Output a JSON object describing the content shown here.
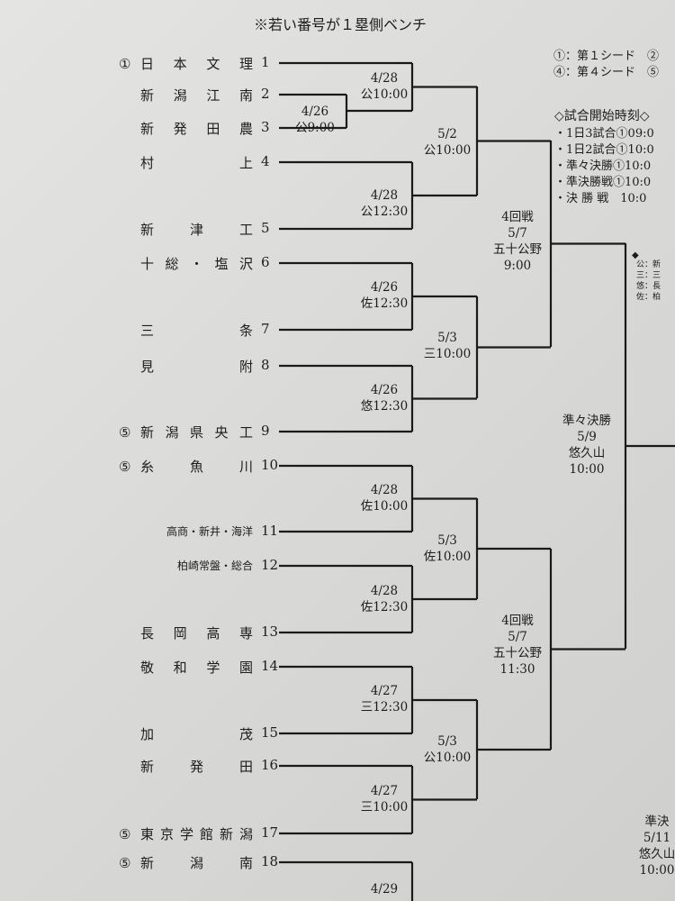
{
  "header": "※若い番号が１塁側ベンチ",
  "teams": [
    {
      "seed": "①",
      "name": "日本文理",
      "no": "1"
    },
    {
      "seed": "",
      "name": "新潟江南",
      "no": "2"
    },
    {
      "seed": "",
      "name": "新発田農",
      "no": "3"
    },
    {
      "seed": "",
      "name": "村　上",
      "no": "4"
    },
    {
      "seed": "",
      "name": "新津工",
      "no": "5"
    },
    {
      "seed": "",
      "name": "十総・塩沢",
      "no": "6"
    },
    {
      "seed": "",
      "name": "三　条",
      "no": "7"
    },
    {
      "seed": "",
      "name": "見　附",
      "no": "8"
    },
    {
      "seed": "⑤",
      "name": "新潟県央工",
      "no": "9"
    },
    {
      "seed": "⑤",
      "name": "糸魚川",
      "no": "10"
    },
    {
      "seed": "",
      "name": "高商・新井・海洋",
      "no": "11"
    },
    {
      "seed": "",
      "name": "柏崎常盤・総合",
      "no": "12"
    },
    {
      "seed": "",
      "name": "長岡高専",
      "no": "13"
    },
    {
      "seed": "",
      "name": "敬和学園",
      "no": "14"
    },
    {
      "seed": "",
      "name": "加　茂",
      "no": "15"
    },
    {
      "seed": "",
      "name": "新発田",
      "no": "16"
    },
    {
      "seed": "⑤",
      "name": "東京学館新潟",
      "no": "17"
    },
    {
      "seed": "⑤",
      "name": "新潟南",
      "no": "18"
    }
  ],
  "matches": [
    {
      "date": "4/26",
      "time": "公9:00"
    },
    {
      "date": "4/28",
      "time": "公10:00"
    },
    {
      "date": "4/28",
      "time": "公12:30"
    },
    {
      "date": "5/2",
      "time": "公10:00"
    },
    {
      "date": "4/26",
      "time": "佐12:30"
    },
    {
      "date": "4/26",
      "time": "悠12:30"
    },
    {
      "date": "5/3",
      "time": "三10:00"
    },
    {
      "round": "4回戦",
      "date": "5/7",
      "venue": "五十公野",
      "time": "9:00"
    },
    {
      "date": "4/28",
      "time": "佐10:00"
    },
    {
      "date": "4/28",
      "time": "佐12:30"
    },
    {
      "date": "5/3",
      "time": "佐10:00"
    },
    {
      "date": "4/27",
      "time": "三12:30"
    },
    {
      "date": "4/27",
      "time": "三10:00"
    },
    {
      "date": "5/3",
      "time": "公10:00"
    },
    {
      "round": "4回戦",
      "date": "5/7",
      "venue": "五十公野",
      "time": "11:30"
    },
    {
      "round": "準々決勝",
      "date": "5/9",
      "venue": "悠久山",
      "time": "10:00"
    },
    {
      "date": "4/29",
      "time": ""
    },
    {
      "round": "準決",
      "date": "5/11",
      "venue": "悠久山",
      "time": "10:00"
    }
  ],
  "seeds_legend": [
    "①：第１シード　②",
    "④：第４シード　⑤"
  ],
  "start_times": {
    "title": "◇試合開始時刻◇",
    "items": [
      "・1日3試合①09:0",
      "・1日2試合①10:0",
      "・準々決勝①10:0",
      "・準決勝戦①10:0",
      "・決 勝 戦　10:0"
    ]
  },
  "venues": {
    "marker": "◆",
    "items": [
      "公：新",
      "三：三",
      "悠：長",
      "佐：柏"
    ]
  }
}
